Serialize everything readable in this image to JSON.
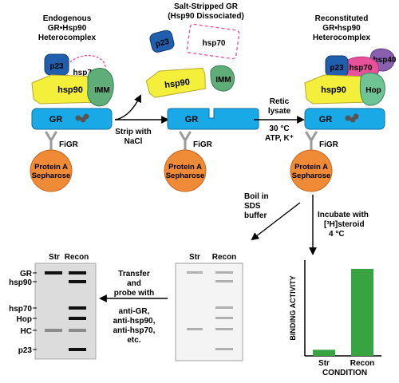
{
  "colors": {
    "hsp90": "#f4ef3b",
    "gr": "#19a9e6",
    "p23": "#1f5fae",
    "imm": "#5fae7a",
    "hop": "#6fc495",
    "hsp70": "#e8509a",
    "hsp40": "#8a5fb0",
    "sepharose": "#ef8a36",
    "bar": "#37a441",
    "gel1": "#dcdcdc",
    "gel2": "#f4f4f4"
  },
  "panel1": {
    "title": [
      "Endogenous",
      "GR•Hsp90",
      "Heterocomplex"
    ],
    "p23": "p23",
    "hsp70": "hsp70",
    "hsp90": "hsp90",
    "imm": "IMM",
    "gr": "GR",
    "figr": "FiGR",
    "sepharose": [
      "Protein A",
      "Sepharose"
    ]
  },
  "panel2": {
    "title": [
      "Salt-Stripped GR",
      "(Hsp90 Dissociated)"
    ],
    "p23": "p23",
    "hsp70": "hsp70",
    "hsp90": "hsp90",
    "imm": "IMM",
    "gr": "GR",
    "figr": "FiGR",
    "sepharose": [
      "Protein A",
      "Sepharose"
    ]
  },
  "panel3": {
    "title": [
      "Reconstituted",
      "GR•hsp90",
      "Heterocomplex"
    ],
    "p23": "p23",
    "hsp70": "hsp70",
    "hsp40": "hsp40",
    "hsp90": "hsp90",
    "hop": "Hop",
    "gr": "GR",
    "figr": "FiGR",
    "sepharose": [
      "Protein A",
      "Sepharose"
    ]
  },
  "arrows": {
    "strip": [
      "Strip with",
      "NaCl"
    ],
    "retic": [
      "Retic",
      "lysate"
    ],
    "conditions": [
      "30 °C",
      "ATP, K⁺"
    ],
    "boil": [
      "Boil in",
      "SDS",
      "buffer"
    ],
    "incubate": [
      "Incubate with",
      "[³H]steroid",
      "4 °C"
    ],
    "transfer": [
      "Transfer",
      "and",
      "probe with"
    ],
    "probes": [
      "anti-GR,",
      "anti-hsp90,",
      "anti-hsp70,",
      "etc."
    ]
  },
  "gel_left": {
    "lane_labels": [
      "Str",
      "Recon"
    ],
    "markers": [
      "GR",
      "hsp90",
      "hsp70",
      "Hop",
      "HC",
      "p23"
    ]
  },
  "gel_right": {
    "lane_labels": [
      "Str",
      "Recon"
    ]
  },
  "chart_data": {
    "type": "bar",
    "categories": [
      "Str",
      "Recon"
    ],
    "values": [
      0.07,
      1.0
    ],
    "ylabel": "BINDING ACTIVITY",
    "xlabel": "CONDITION",
    "ylim": [
      0,
      1.1
    ]
  }
}
